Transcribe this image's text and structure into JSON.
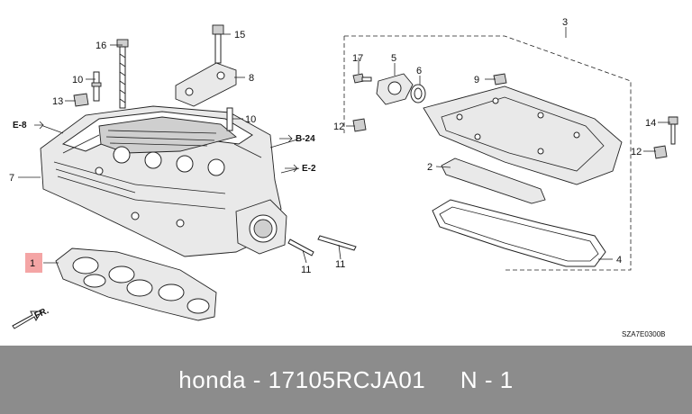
{
  "diagram": {
    "callouts": {
      "c1": "1",
      "c2": "2",
      "c3": "3",
      "c4": "4",
      "c5": "5",
      "c6": "6",
      "c7": "7",
      "c8": "8",
      "c9": "9",
      "c10a": "10",
      "c10b": "10",
      "c11a": "11",
      "c11b": "11",
      "c12a": "12",
      "c12b": "12",
      "c13": "13",
      "c14": "14",
      "c15": "15",
      "c16": "16",
      "c17": "17"
    },
    "refs": {
      "e8": "E-8",
      "b24": "B-24",
      "e2": "E-2",
      "fr": "FR."
    },
    "diagram_code": "SZA7E0300B",
    "highlight_color": "#f4a5a5"
  },
  "footer": {
    "brand": "honda",
    "separator": " - ",
    "part_number": "17105RCJA01",
    "qty": "N - 1"
  }
}
